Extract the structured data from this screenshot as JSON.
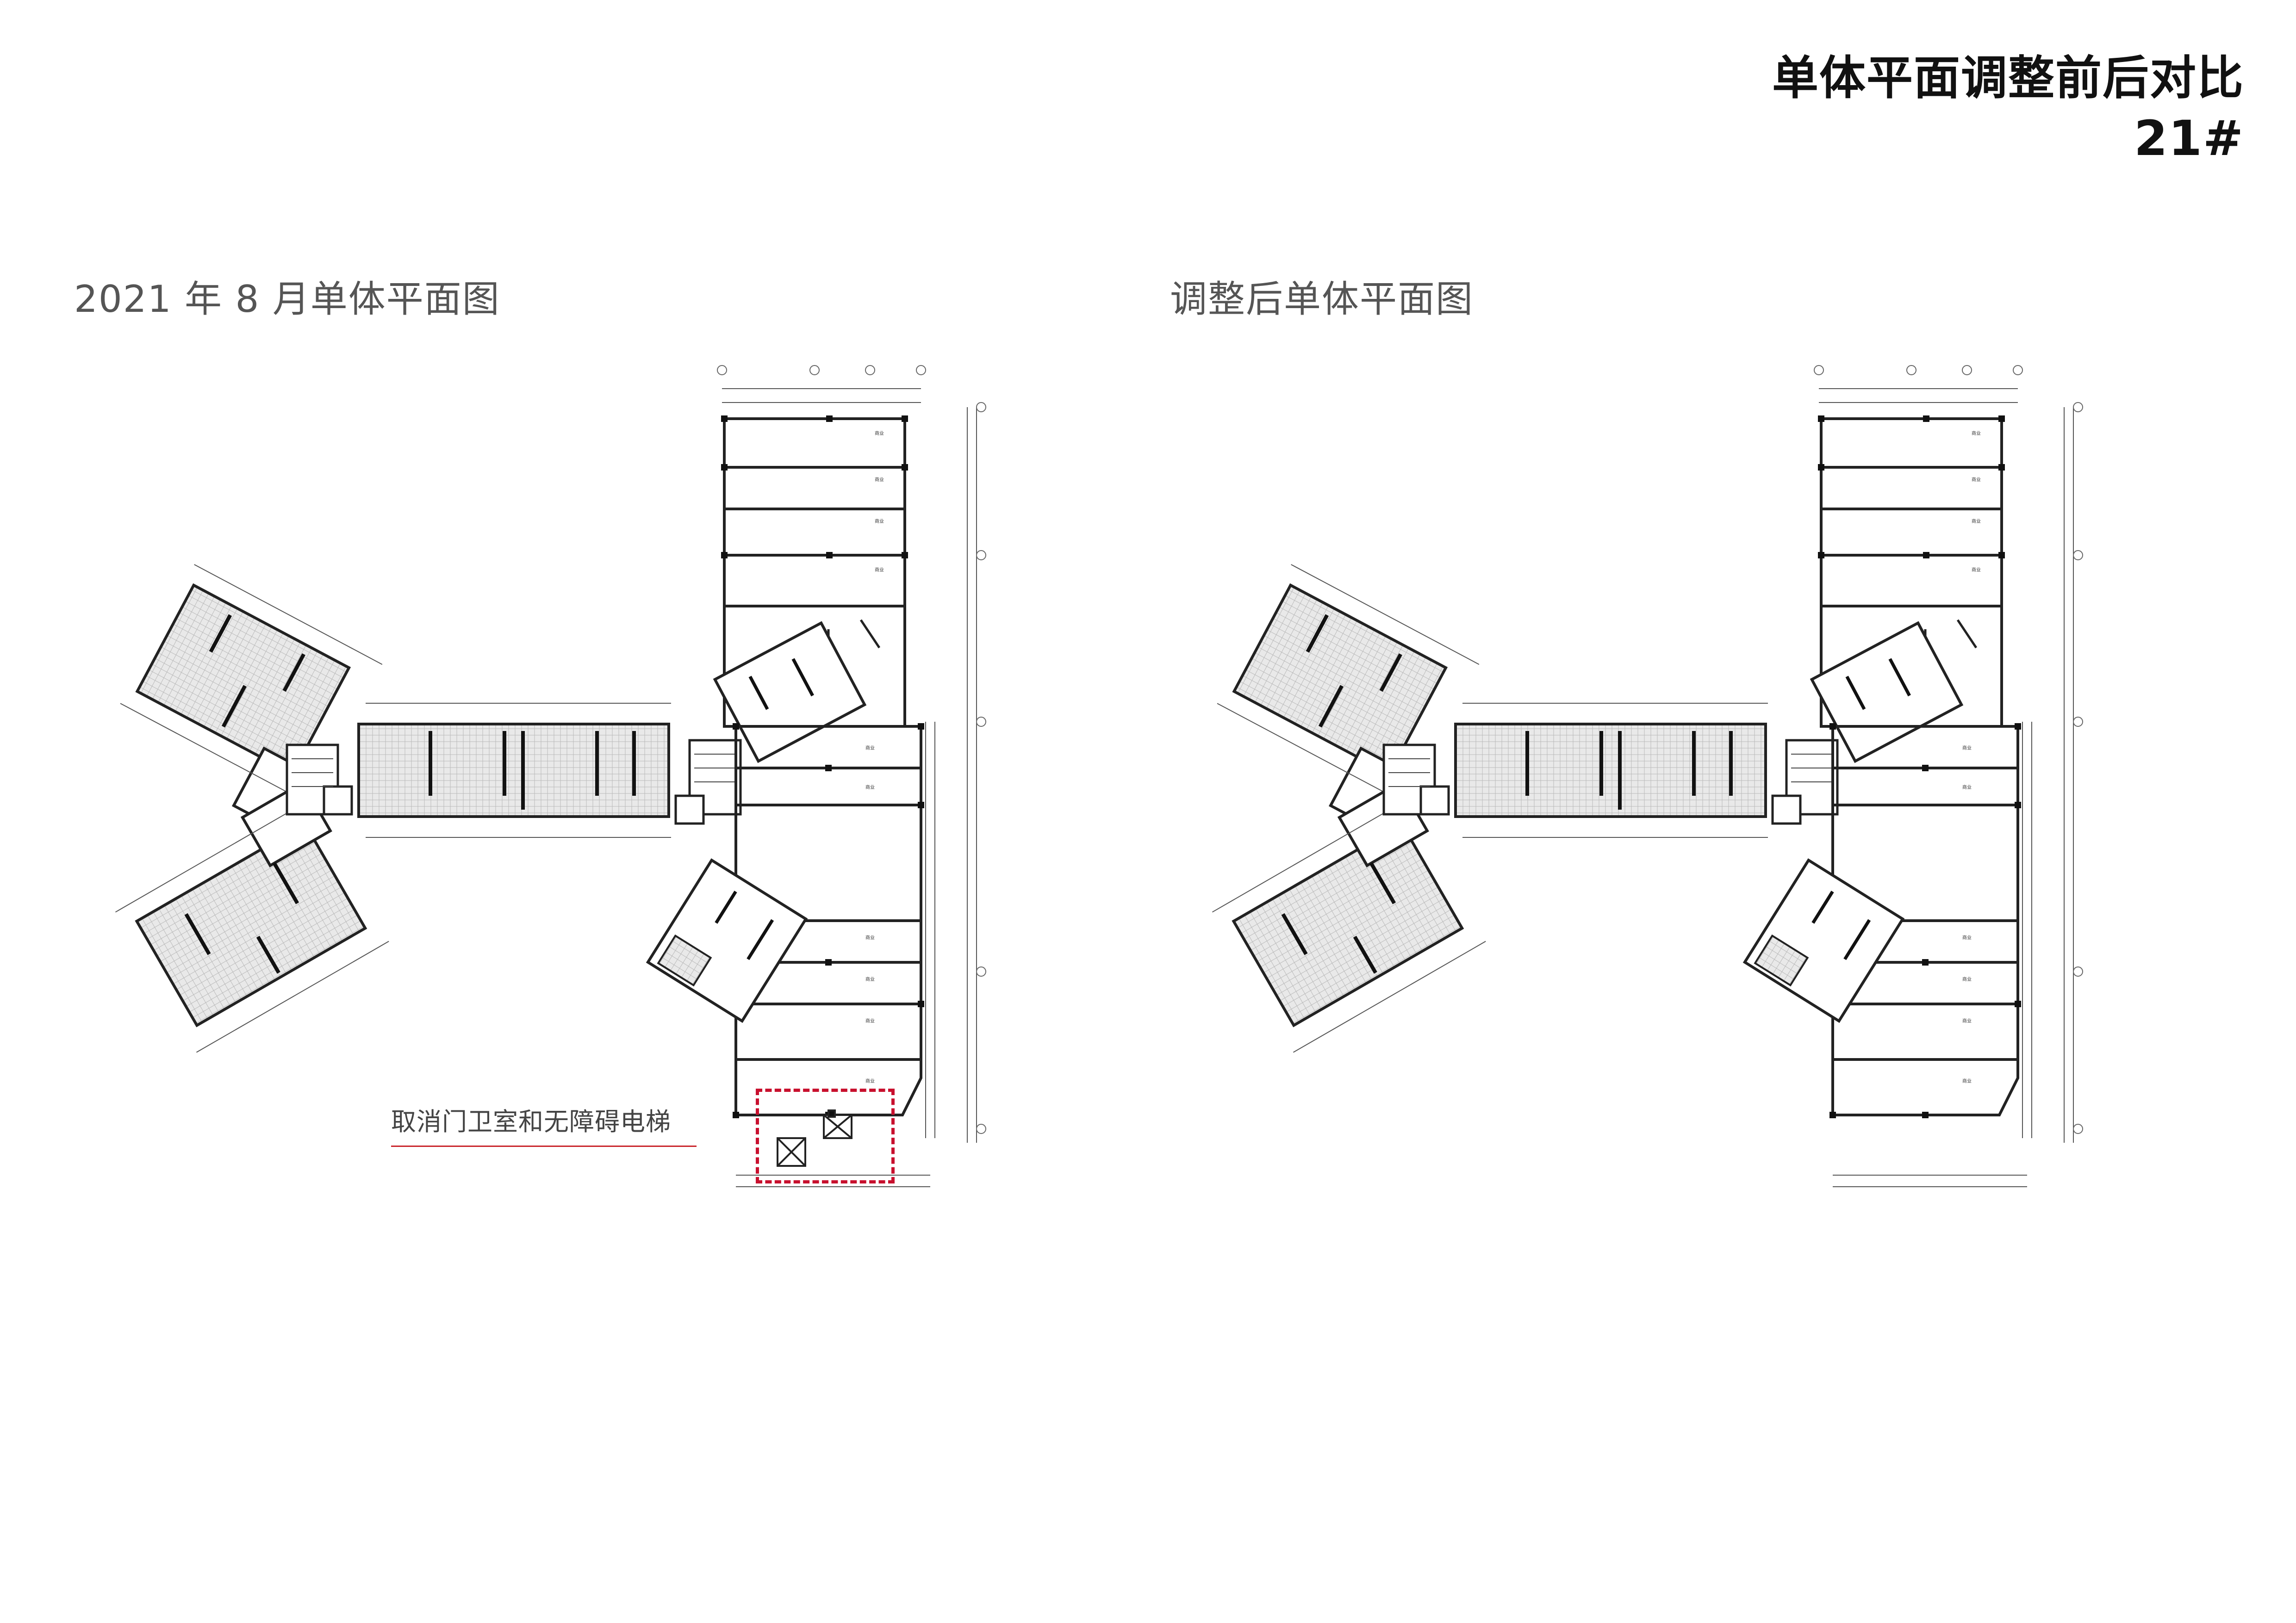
{
  "header": {
    "title": "单体平面调整前后对比",
    "building_number": "21#"
  },
  "panels": [
    {
      "caption": "2021 年 8 月单体平面图"
    },
    {
      "caption": "调整后单体平面图"
    }
  ],
  "annotation": {
    "text": "取消门卫室和无障碍电梯",
    "color": "#c8102e"
  }
}
